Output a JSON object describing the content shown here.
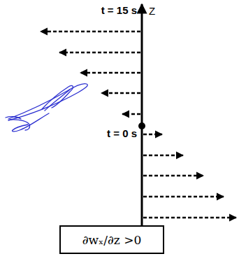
{
  "diagram": {
    "nodes": [
      {
        "text": [
          "∂wₓ/∂z >0"
        ]
      }
    ],
    "labels": [
      "t = 15 s",
      "Z",
      "t = 0 s"
    ]
  }
}
